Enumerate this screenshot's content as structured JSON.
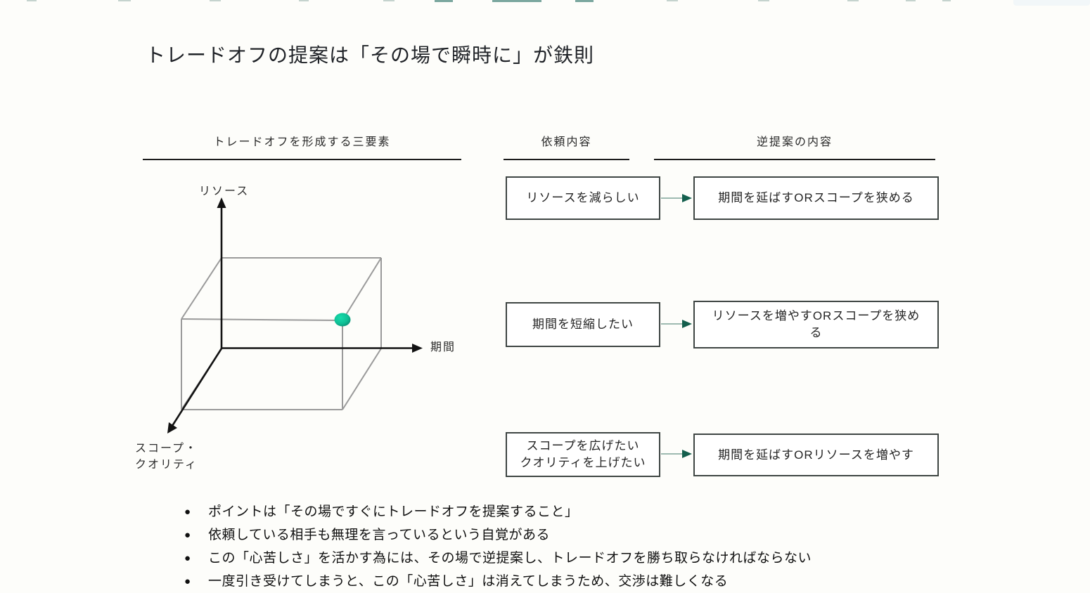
{
  "page": {
    "background": "#fdfdfa",
    "top_edge_artifact_color": "#106054",
    "tab_ghost_color": "#f2f7f9"
  },
  "slide": {
    "title": "トレードオフの提案は「その場で瞬時に」が鉄則",
    "sections": {
      "three_factors_header": "トレードオフを形成する三要素",
      "request_header": "依頼内容",
      "counter_header": "逆提案の内容"
    },
    "cube": {
      "axis_y_label": "リソース",
      "axis_x_label": "期間",
      "axis_z_label_line1": "スコープ・",
      "axis_z_label_line2": "クオリティ",
      "dot_color": "#0fbf95",
      "edge_color": "#9a9a9a",
      "axis_color": "#121212"
    },
    "flow_rows": [
      {
        "request": {
          "lines": [
            "リソースを減らしい"
          ]
        },
        "counter": {
          "lines": [
            "期間を延ばすORスコープを狭める"
          ]
        }
      },
      {
        "request": {
          "lines": [
            "期間を短縮したい"
          ]
        },
        "counter": {
          "lines": [
            "リソースを増やすORスコープを狭め",
            "る"
          ]
        }
      },
      {
        "request": {
          "lines": [
            "スコープを広げたい",
            "クオリティを上げたい"
          ]
        },
        "counter": {
          "lines": [
            "期間を延ばすORリソースを増やす"
          ]
        }
      }
    ],
    "arrow": {
      "shaft_color": "#8fb0a6",
      "head_color": "#145f4d"
    },
    "bullet_marker": "●",
    "bullets": [
      "ポイントは「その場ですぐにトレードオフを提案すること」",
      "依頼している相手も無理を言っているという自覚がある",
      "この「心苦しさ」を活かす為には、その場で逆提案し、トレードオフを勝ち取らなければならない",
      "一度引き受けてしまうと、この「心苦しさ」は消えてしまうため、交渉は難しくなる"
    ]
  }
}
